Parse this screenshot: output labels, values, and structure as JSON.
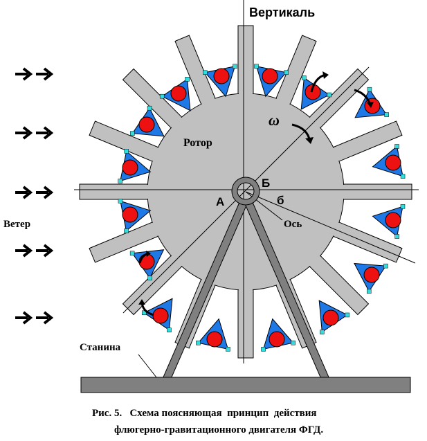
{
  "labels": {
    "vertical": "Вертикаль",
    "rotor": "Ротор",
    "omega": "ω",
    "point_a": "А",
    "point_b_upper": "Б",
    "point_b_lower": "б",
    "axis": "Ось",
    "wind": "Ветер",
    "frame": "Станина"
  },
  "caption": {
    "line1": "Рис. 5.   Схема поясняющая  принцип  действия",
    "line2": "флюгерно-гравитационного двигателя ФГД."
  },
  "colors": {
    "rotor": "#c0c0c0",
    "blade": "#1e78e6",
    "ball": "#ee1111",
    "hinge": "#33dddd",
    "frame": "#808080"
  },
  "spoke_count": 16,
  "blade_count": 16,
  "wind_arrow_rows": 5
}
